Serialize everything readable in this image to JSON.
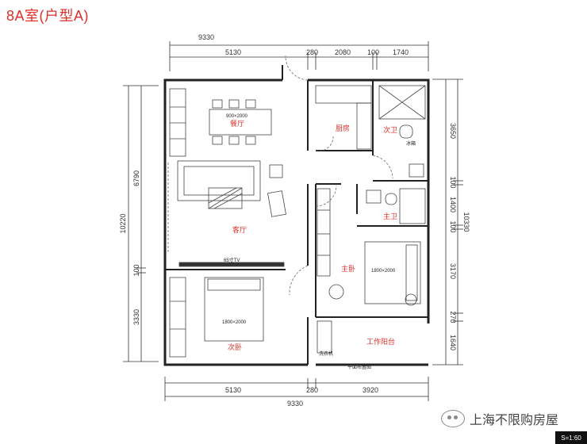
{
  "title": "8A室(户型A)",
  "dimensions": {
    "top_total": "9330",
    "top_segments": [
      "5130",
      "280",
      "2080",
      "100",
      "1740"
    ],
    "bottom_segments": [
      "5130",
      "280",
      "3920"
    ],
    "bottom_total": "9330",
    "left_total": "10220",
    "left_segments": [
      "6790",
      "100",
      "3330"
    ],
    "right_total": "10330",
    "right_segments": [
      "3650",
      "100",
      "1400",
      "100",
      "3170",
      "270",
      "1640"
    ]
  },
  "rooms": {
    "dining": "餐厅",
    "living": "客厅",
    "kitchen": "厨房",
    "second_bath": "次卫",
    "master_bath": "主卫",
    "master_bed": "主卧",
    "second_bed": "次卧",
    "work_balcony": "工作阳台"
  },
  "labels": {
    "dining_table": "900×2000",
    "master_bed_size": "1800×2000",
    "second_bed_size": "1800×2000",
    "tv": "65寸TV",
    "fridge": "冰箱",
    "washer": "洗衣机"
  },
  "footer": {
    "plan_caption": "平面布置图",
    "scale": "S=1:60",
    "watermark": "上海不限购房屋"
  }
}
